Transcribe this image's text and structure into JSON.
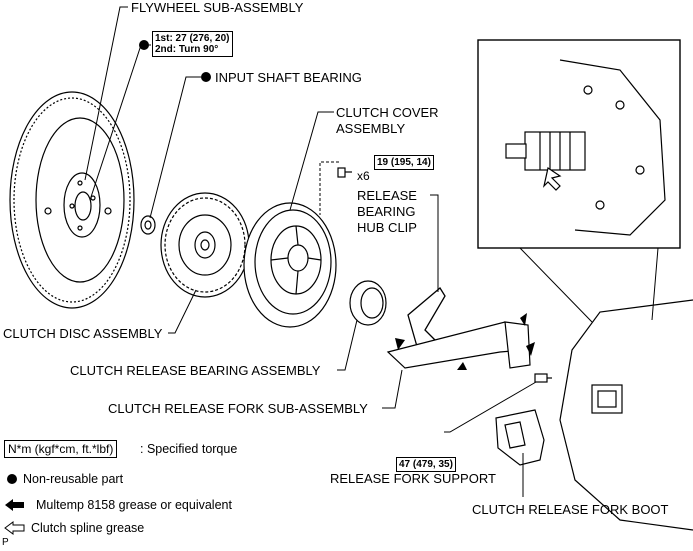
{
  "labels": {
    "flywheel": "FLYWHEEL SUB-ASSEMBLY",
    "input_shaft_bearing": "INPUT SHAFT BEARING",
    "clutch_cover_line1": "CLUTCH COVER",
    "clutch_cover_line2": "ASSEMBLY",
    "release_clip_line1": "RELEASE",
    "release_clip_line2": "BEARING",
    "release_clip_line3": "HUB CLIP",
    "clutch_disc": "CLUTCH DISC ASSEMBLY",
    "release_bearing": "CLUTCH RELEASE BEARING ASSEMBLY",
    "release_fork": "CLUTCH RELEASE FORK SUB-ASSEMBLY",
    "fork_support": "RELEASE FORK SUPPORT",
    "fork_boot": "CLUTCH RELEASE FORK BOOT",
    "bolt_count": "x6",
    "page_mark": "P"
  },
  "torque": {
    "flywheel_line1": "1st: 27 (276, 20)",
    "flywheel_line2": "2nd: Turn 90°",
    "cover": "19 (195, 14)",
    "support": "47 (479, 35)"
  },
  "legend": {
    "torque_box": "N*m (kgf*cm, ft.*lbf)",
    "torque_text": ": Specified torque",
    "non_reusable": "Non-reusable part",
    "grease": "Multemp 8158 grease or equivalent",
    "spline_grease": "Clutch spline grease"
  },
  "icons": {
    "non_reusable": "filled-circle-icon",
    "grease": "solid-arrow-icon",
    "spline_grease": "hollow-arrow-icon"
  }
}
